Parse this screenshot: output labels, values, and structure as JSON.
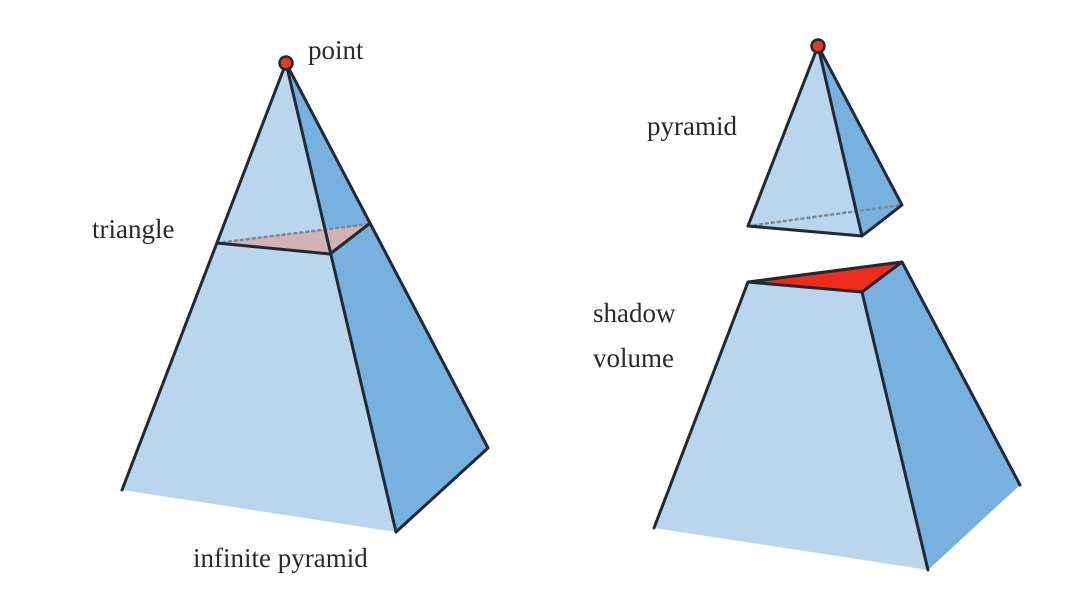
{
  "labels": {
    "point": "point",
    "triangle": "triangle",
    "infinite_pyramid": "infinite pyramid",
    "pyramid": "pyramid",
    "shadow_volume_line1": "shadow",
    "shadow_volume_line2": "volume"
  },
  "colors": {
    "face_light": "#b9d6ee",
    "face_dark": "#78b0de",
    "cut_triangle": "#d2b2b5",
    "shadow_cap": "#f02a1a",
    "vertex_point": "#e23a25",
    "edge": "#1f2a36",
    "hidden_edge": "#7c8894"
  }
}
